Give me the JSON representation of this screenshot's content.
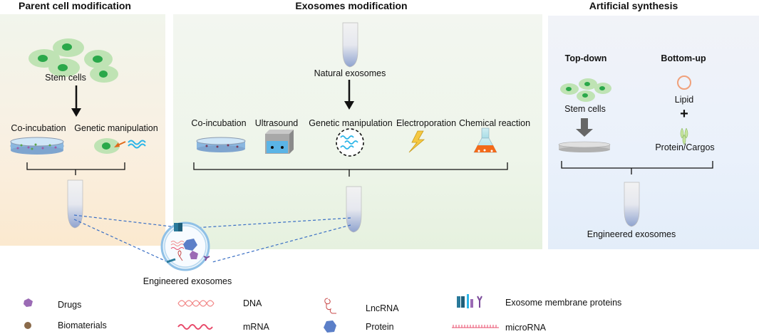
{
  "sections": {
    "parent": {
      "title": "Parent cell modification",
      "stem_cells": "Stem cells",
      "co_incubation": "Co-incubation",
      "genetic_manipulation": "Genetic manipulation"
    },
    "exosomes": {
      "title": "Exosomes modification",
      "natural_exosomes": "Natural exosomes",
      "methods": [
        "Co-incubation",
        "Ultrasound",
        "Genetic manipulation",
        "Electroporation",
        "Chemical reaction"
      ]
    },
    "artificial": {
      "title": "Artificial synthesis",
      "top_down": "Top-down",
      "bottom_up": "Bottom-up",
      "stem_cells": "Stem cells",
      "lipid": "Lipid",
      "plus": "+",
      "protein_cargos": "Protein/Cargos",
      "engineered": "Engineered exosomes"
    }
  },
  "center": {
    "engineered": "Engineered exosomes"
  },
  "legend": {
    "drugs": "Drugs",
    "biomaterials": "Biomaterials",
    "dna": "DNA",
    "mrna": "mRNA",
    "lncrna": "LncRNA",
    "protein": "Protein",
    "membrane": "Exosome membrane proteins",
    "microrna": "microRNA"
  },
  "colors": {
    "cell_fill": "#bfe3b4",
    "nucleus": "#2aa84a",
    "wave": "#2bb5e8",
    "dna": "#f28b8b",
    "mrna": "#e84a6a",
    "drug": "#9b6bb5",
    "biomaterial": "#8a6a4a",
    "protein": "#5b7fc8",
    "dashed": "#3a6fc4"
  }
}
